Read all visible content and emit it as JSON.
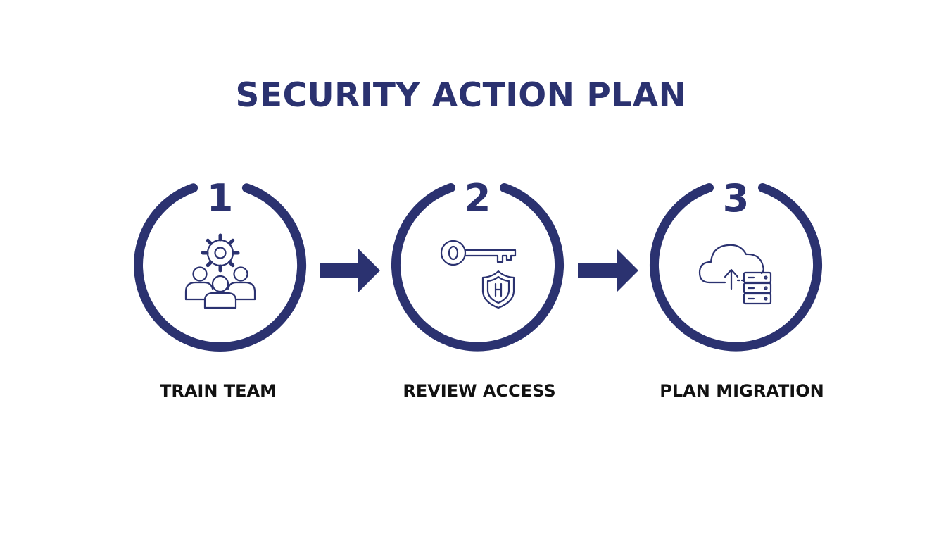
{
  "title": "SECURITY ACTION PLAN",
  "colors": {
    "primary": "#2b3270",
    "label": "#111111",
    "background": "#ffffff"
  },
  "steps": [
    {
      "number": "1",
      "label": "TRAIN TEAM",
      "icon": "team-gear-icon"
    },
    {
      "number": "2",
      "label": "REVIEW ACCESS",
      "icon": "key-shield-icon"
    },
    {
      "number": "3",
      "label": "PLAN MIGRATION",
      "icon": "cloud-server-icon"
    }
  ]
}
